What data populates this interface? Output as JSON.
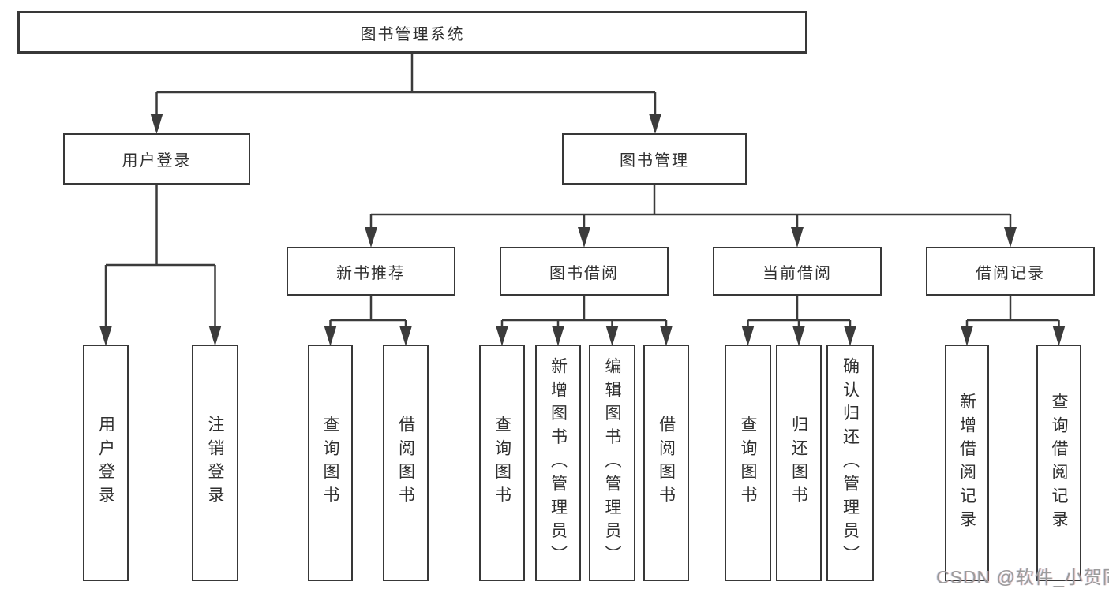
{
  "diagram": {
    "root": {
      "label": "图书管理系统"
    },
    "branches": [
      {
        "label": "用户登录",
        "leaves": [
          "用户登录",
          "注销登录"
        ]
      },
      {
        "label": "图书管理",
        "children": [
          {
            "label": "新书推荐",
            "leaves": [
              "查询图书",
              "借阅图书"
            ]
          },
          {
            "label": "图书借阅",
            "leaves": [
              "查询图书",
              "新增图书（管理员）",
              "编辑图书（管理员）",
              "借阅图书"
            ]
          },
          {
            "label": "当前借阅",
            "leaves": [
              "查询图书",
              "归还图书",
              "确认归还（管理员）"
            ]
          },
          {
            "label": "借阅记录",
            "leaves": [
              "新增借阅记录",
              "查询借阅记录"
            ]
          }
        ]
      }
    ],
    "watermark": "CSDN @软件_小贺同学",
    "colors": {
      "line": "#3b3b3b",
      "border": "#383838",
      "text": "#303030",
      "watermark": "#9b9b9b",
      "background": "#ffffff"
    }
  }
}
